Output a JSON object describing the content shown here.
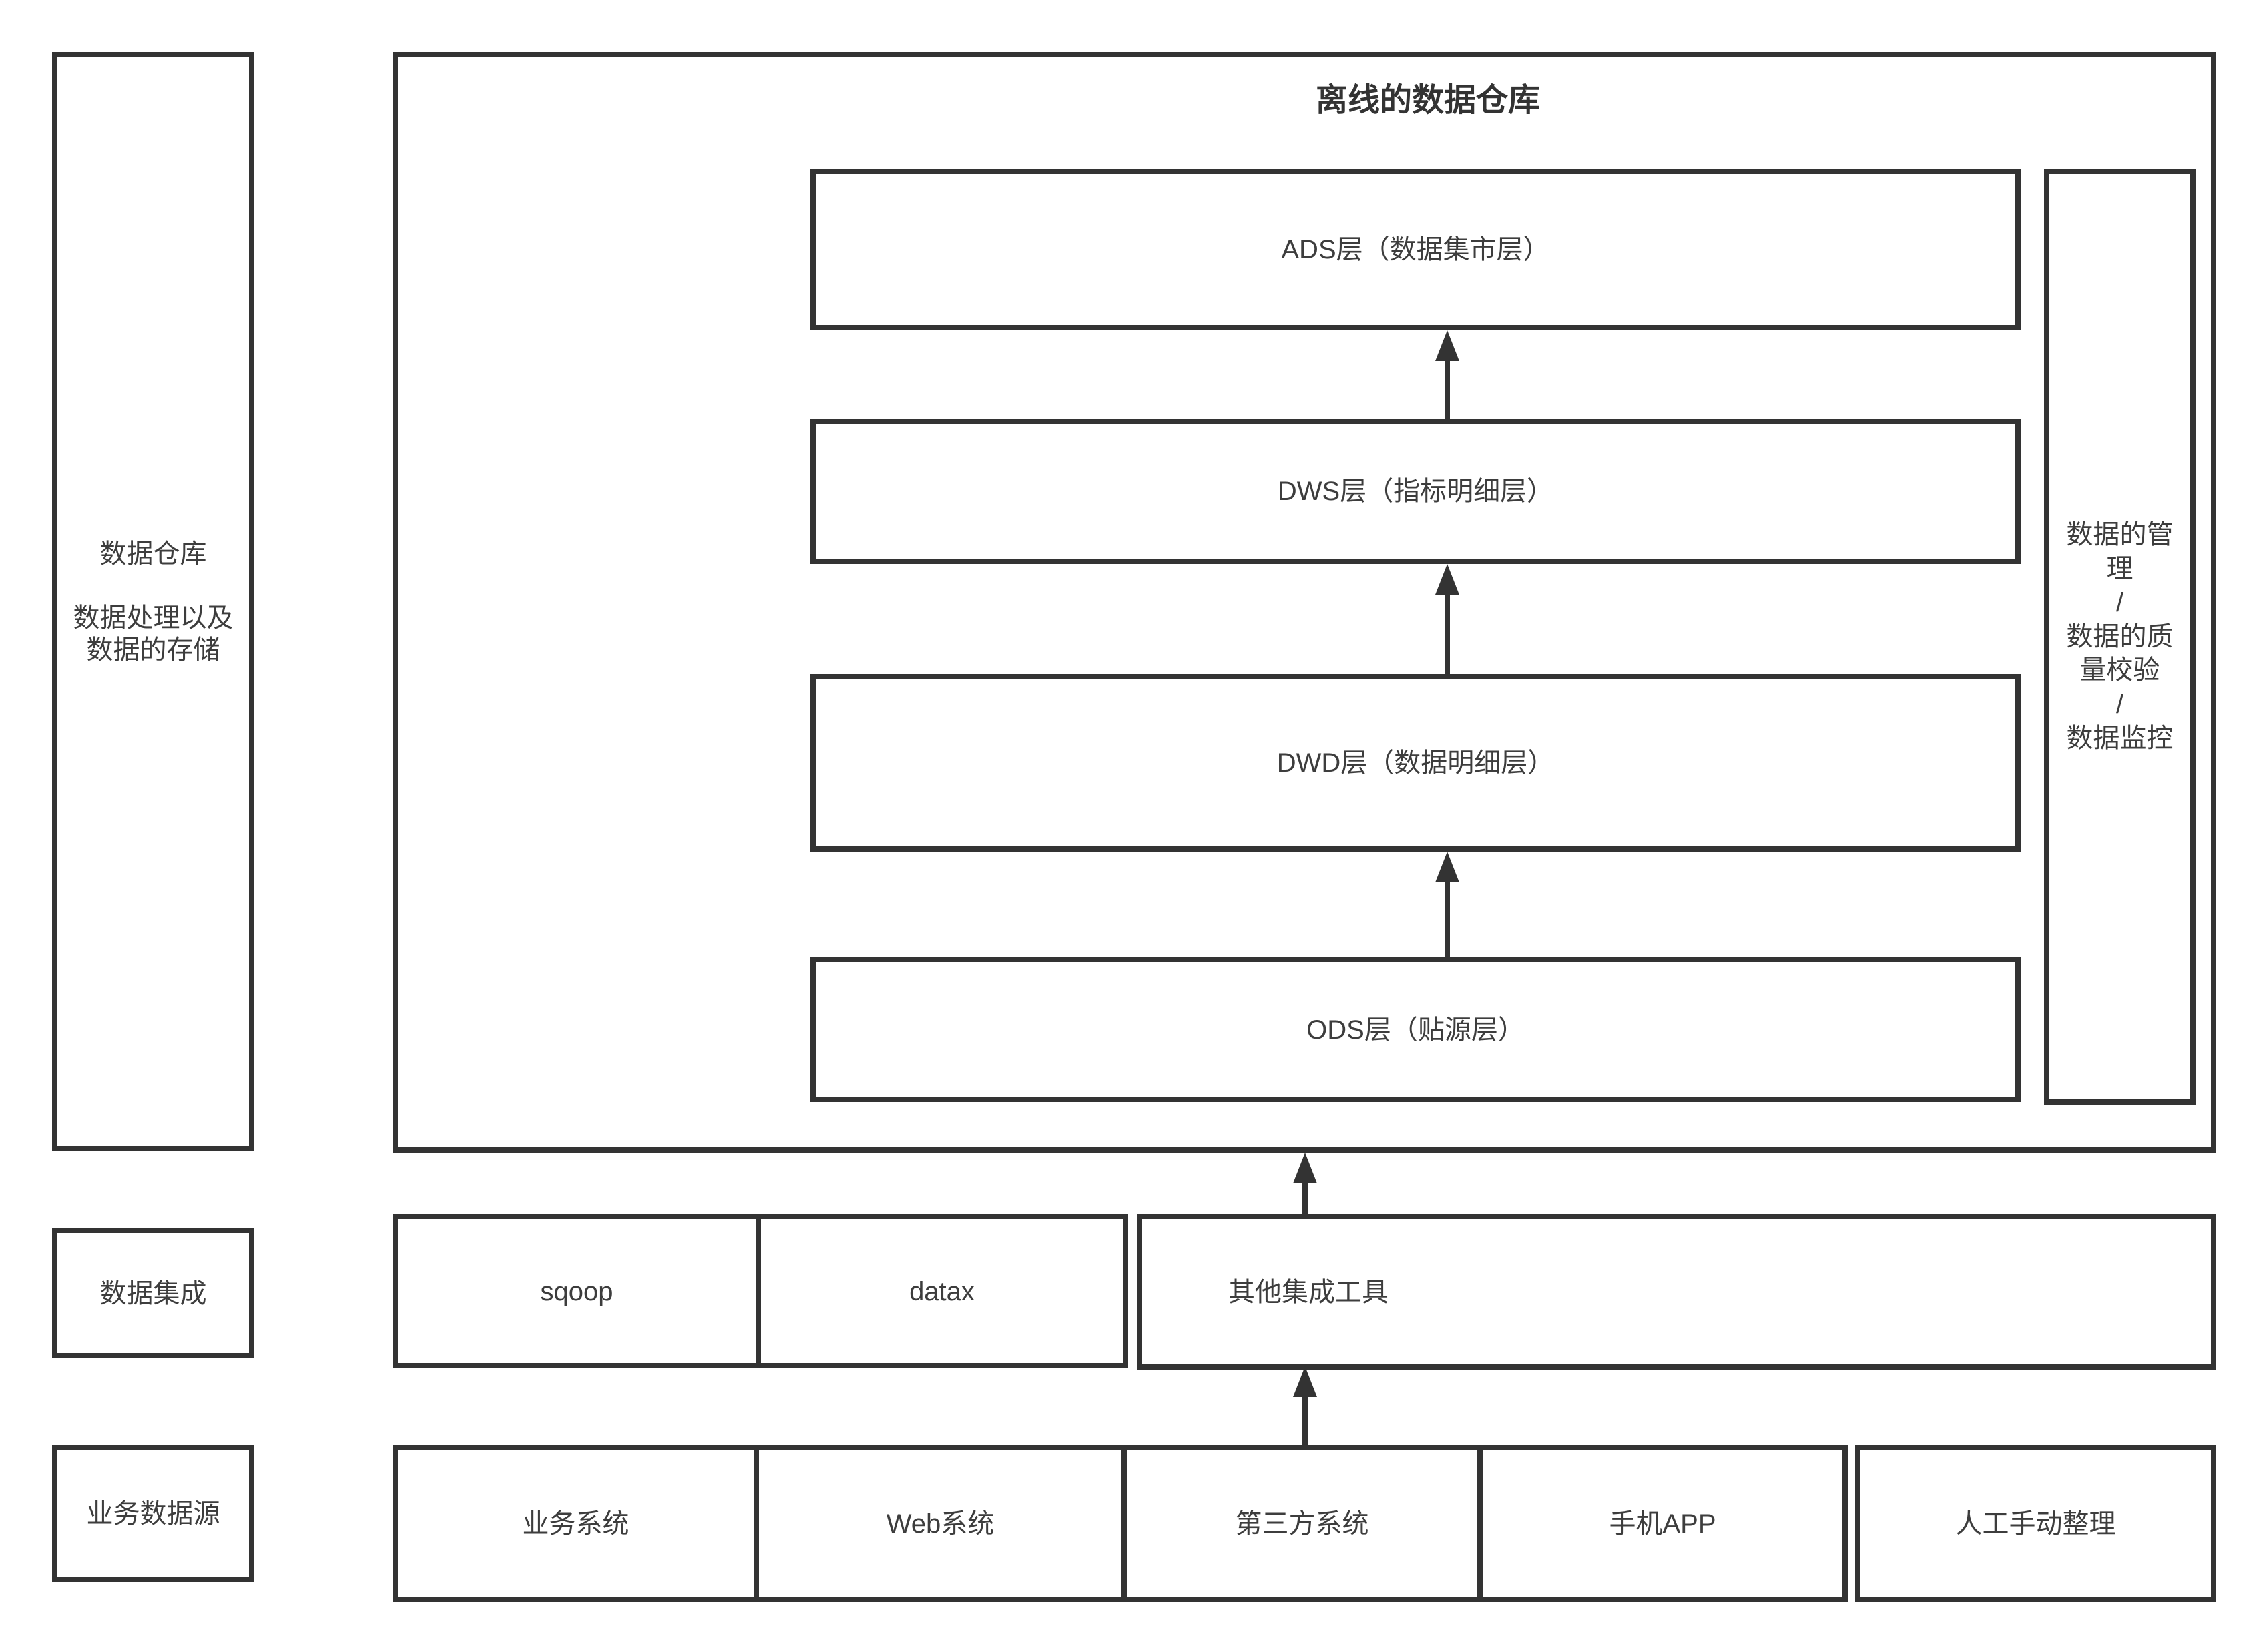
{
  "diagram": {
    "warehouse": {
      "title": "离线的数据仓库",
      "layers": [
        {
          "id": "ads",
          "label": "ADS层（数据集市层）"
        },
        {
          "id": "dws",
          "label": "DWS层（指标明细层）"
        },
        {
          "id": "dwd",
          "label": "DWD层（数据明细层）"
        },
        {
          "id": "ods",
          "label": "ODS层（贴源层）"
        }
      ],
      "governance": "数据的管理\n/\n数据的质量校验\n/\n数据监控"
    },
    "left_column": {
      "warehouse_role": "数据仓库\n\n数据处理以及\n数据的存储",
      "integration_role": "数据集成",
      "sources_role": "业务数据源"
    },
    "integration_tools": [
      {
        "label": "sqoop"
      },
      {
        "label": "datax"
      },
      {
        "label": "其他集成工具"
      }
    ],
    "data_sources": [
      {
        "label": "业务系统"
      },
      {
        "label": "Web系统"
      },
      {
        "label": "第三方系统"
      },
      {
        "label": "手机APP"
      },
      {
        "label": "人工手动整理"
      }
    ],
    "colors": {
      "border": "#333333",
      "text": "#3d3d3d",
      "background": "#ffffff"
    }
  }
}
